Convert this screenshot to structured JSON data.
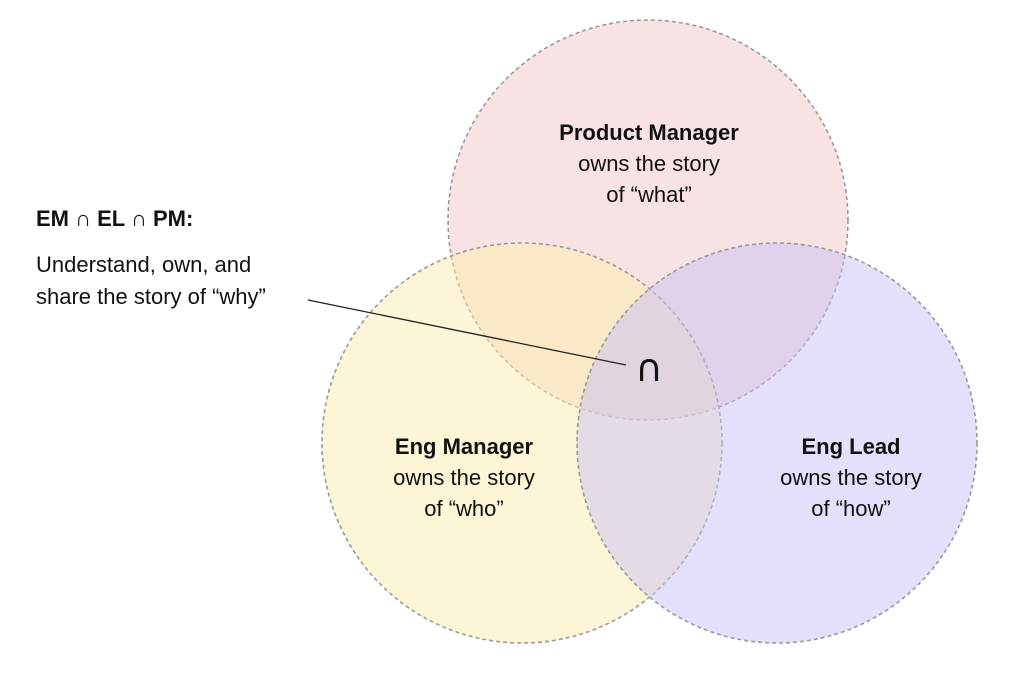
{
  "colors": {
    "product_manager_fill": "#f3c6c8",
    "eng_manager_fill": "#fbeeae",
    "eng_lead_fill": "#c9bff5",
    "outline": "#9a9a9a"
  },
  "venn": {
    "product_manager": {
      "title": "Product Manager",
      "line1": "owns the story",
      "line2": "of “what”"
    },
    "eng_manager": {
      "title": "Eng Manager",
      "line1": "owns the story",
      "line2": "of “who”"
    },
    "eng_lead": {
      "title": "Eng Lead",
      "line1": "owns the story",
      "line2": "of “how”"
    },
    "center_symbol": "∩"
  },
  "annotation": {
    "heading": "EM ∩ EL ∩ PM:",
    "line1": "Understand, own, and",
    "line2": "share the story of “why”"
  }
}
